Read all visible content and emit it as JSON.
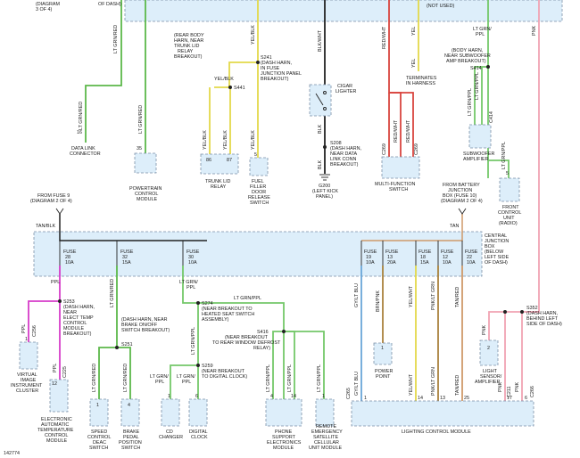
{
  "colors": {
    "green": "#5cb84a",
    "lgreen": "#74c86a",
    "yellow": "#e3d94a",
    "red": "#d9453f",
    "pink": "#f1a3b3",
    "brown": "#a9823c",
    "blue": "#6aa6d8",
    "magenta": "#d63cc9",
    "black": "#222222",
    "tan": "#cf9a6a"
  },
  "top": {
    "diag_ref_a": "(DIAGRAM",
    "diag_ref_b": "3 OF 4)",
    "of_dash": "OF DASH)",
    "not_used": "(NOT USED)"
  },
  "labels": {
    "c_data_link": "DATA LINK",
    "c_data_link_b": "CONNECTOR",
    "w_dlc_1": "LT GRN/RED",
    "w_dlc_2": "LT GRN/RED",
    "p_dlc": "16",
    "c_pcm_a": "POWERTRAIN",
    "c_pcm_b": "CONTROL",
    "c_pcm_c": "MODULE",
    "w_pcm": "LT GRN/RED",
    "p_pcm": "35",
    "note_rear_a": "(REAR BODY",
    "note_rear_b": "HARN, NEAR",
    "note_rear_c": "TRUNK LID",
    "note_rear_d": "RELAY",
    "note_rear_e": "BREAKOUT)",
    "s241": "S241",
    "s241_a": "(DASH HARN,",
    "s241_b": "IN FUSE",
    "s241_c": "JUNCTION PANEL",
    "s241_d": "BREAKOUT)",
    "w_yel_blk_1": "YEL/BLK",
    "w_yel_blk_2": "YEL/BLK",
    "w_yel_blk_3": "YEL/BLK",
    "w_yel_blk_4": "YEL/BLK",
    "w_yel_blk_5": "YEL/BLK",
    "s441": "S441",
    "p86": "86",
    "p87": "87",
    "c_trunk_a": "TRUNK LID",
    "c_trunk_b": "RELAY",
    "p_fuel": "5",
    "c_fuel_a": "FUEL",
    "c_fuel_b": "FILLER",
    "c_fuel_c": "DOOR",
    "c_fuel_d": "RELEASE",
    "c_fuel_e": "SWITCH",
    "w_blk_wht": "BLK/WHT",
    "c_cigar_a": "CIGAR",
    "c_cigar_b": "LIGHTER",
    "w_blk_1": "BLK",
    "w_blk_2": "BLK",
    "s208": "S208",
    "s208_a": "(DASH HARN,",
    "s208_b": "NEAR DATA",
    "s208_c": "LINK CONN",
    "s208_d": "BREAKOUT)",
    "g200": "G200",
    "g200_a": "(LEFT KICK",
    "g200_b": "PANEL)",
    "w_red_wht_1": "RED/WHT",
    "w_red_wht_2": "RED/WHT",
    "w_red_wht_3": "RED/WHT",
    "w_yel_top": "YEL",
    "w_yel_2": "YEL",
    "term_a": "TERMINATES",
    "term_b": "IN HARNESS",
    "c_multi_a": "MULTI-FUNCTION",
    "c_multi_b": "SWITCH",
    "p_multi_1": "C269",
    "p_multi_2": "C269",
    "w_ltgrn_ppl_top": "LT GRN/",
    "w_ltgrn_ppl_top_b": "PPL",
    "note_sub_a": "(BODY HARN,",
    "note_sub_b": "NEAR SUBWOOFER",
    "note_sub_c": "AMP BREAKOUT)",
    "s414": "S414",
    "w_sub_1": "LT GRN/PPL",
    "w_sub_2": "LT GRN/PPL",
    "p_sub_1": "C414",
    "c_sub_a": "SUBWOOFER",
    "c_sub_b": "AMPLIFIER",
    "w_fcu": "LT GRN/PPL",
    "p_fcu": "5",
    "c_fcu_a": "FRONT",
    "c_fcu_b": "CONTROL",
    "c_fcu_c": "UNIT",
    "c_fcu_d": "(RADIO)",
    "w_pnk_top": "PNK",
    "fuse9_a": "FROM FUSE 9",
    "fuse9_b": "(DIAGRAM 2 OF 4)",
    "batt_a": "FROM BATTERY",
    "batt_b": "JUNCTION",
    "batt_c": "BOX (FUSE 10)",
    "batt_d": "(DIAGRAM 2 OF 4)",
    "w_tan_blk": "TAN/BLK",
    "w_tan": "TAN",
    "cjb_a": "CENTRAL",
    "cjb_b": "JUNCTION",
    "cjb_c": "BOX",
    "cjb_d": "(BELOW",
    "cjb_e": "LEFT SIDE",
    "cjb_f": "OF DASH)",
    "f28_a": "FUSE",
    "f28_b": "28",
    "f28_c": "10A",
    "f32_a": "FUSE",
    "f32_b": "32",
    "f32_c": "15A",
    "f30_a": "FUSE",
    "f30_b": "30",
    "f30_c": "10A",
    "f19_a": "FUSE",
    "f19_b": "19",
    "f19_c": "10A",
    "f13_a": "FUSE",
    "f13_b": "13",
    "f13_c": "20A",
    "f18_a": "FUSE",
    "f18_b": "18",
    "f18_c": "15A",
    "f12_a": "FUSE",
    "f12_b": "12",
    "f12_c": "10A",
    "f22_a": "FUSE",
    "f22_b": "22",
    "f22_c": "10A",
    "w_ppl": "PPL",
    "s253": "S253",
    "s253_a": "(DASH HARN,",
    "s253_b": "NEAR",
    "s253_c": "ELECT TEMP",
    "s253_d": "CONTROL",
    "s253_e": "MODULE",
    "s253_f": "BREAKOUT)",
    "w_ppl_2": "PPL",
    "w_ppl_3": "PPL",
    "p_vic_1": "1",
    "p_vic_c": "C256",
    "c_vic_a": "VIRTUAL",
    "c_vic_b": "IMAGE",
    "c_vic_c": "INSTRUMENT",
    "c_vic_d": "CLUSTER",
    "p_eatc_1": "12",
    "p_eatc_c": "C225",
    "c_eatc_a": "ELECTRONIC",
    "c_eatc_b": "AUTOMATIC",
    "c_eatc_c": "TEMPERATURE",
    "c_eatc_d": "CONTROL",
    "c_eatc_e": "MODULE",
    "w_grn_red_f32": "LT GRN/RED",
    "note_brake_a": "(DASH HARN, NEAR",
    "note_brake_b": "BRAKE ON/OFF",
    "note_brake_c": "SWITCH BREAKOUT)",
    "s251": "S251",
    "w_grn_red_sp": "LT GRN/RED",
    "w_grn_red_bp": "LT GRN/RED",
    "p_sp": "1",
    "p_bp": "4",
    "c_sp_a": "SPEED",
    "c_sp_b": "CONTROL",
    "c_sp_c": "DEAC",
    "c_sp_d": "SWITCH",
    "c_bp_a": "BRAKE",
    "c_bp_b": "PEDAL",
    "c_bp_c": "POSITION",
    "c_bp_d": "SWITCH",
    "w_ltgrn_ppl_f30": "LT GRN/",
    "w_ltgrn_ppl_f30_b": "PPL",
    "s274": "S274",
    "s274_a": "(NEAR BREAKOUT TO",
    "s274_b": "HEATED SEAT SWITCH",
    "s274_c": "ASSEMBLY)",
    "w_ltgrn_ppl_h": "LT GRN/PPL",
    "w_ltgrn_ppl_v": "LT GRN/PPL",
    "s416": "S416",
    "s416_a": "(NEAR BREAKOUT",
    "s416_b": "TO REAR WINDOW DEFROST",
    "s416_c": "RELAY)",
    "s259": "S259",
    "s259_a": "(NEAR BREAKOUT",
    "s259_b": "TO DIGITAL CLOCK)",
    "w_cd_1": "LT GRN/",
    "w_cd_1b": "PPL",
    "w_clk_1": "LT GRN/",
    "w_clk_1b": "PPL",
    "p_cd": "1",
    "p_clk": "6",
    "c_cd_a": "CD",
    "c_cd_b": "CHANGER",
    "c_clk_a": "DIGITAL",
    "c_clk_b": "CLOCK",
    "w_ph_1": "LT GRN/PPL",
    "w_ph_2": "LT GRN/PPL",
    "p_ph_1": "4",
    "p_ph_2": "14",
    "c_ph_a": "PHONE",
    "c_ph_b": "SUPPORT",
    "c_ph_c": "ELECTRONICS",
    "c_ph_d": "MODULE",
    "w_rem": "LT GRN/PPL",
    "p_rem": "1",
    "c_rem_a": "REMOTE",
    "c_rem_b": "EMERGENCY",
    "c_rem_c": "SATELLITE",
    "c_rem_d": "CELLULAR",
    "c_rem_e": "UNIT MODULE",
    "w_gy_blu": "GY/LT BLU",
    "w_gy_blu_2": "GY/LT BLU",
    "p_lcm_c": "C265",
    "p_lcm_1": "1",
    "w_brn_pnk": "BRN/PNK",
    "p_pp": "1",
    "c_pp_a": "POWER",
    "c_pp_b": "POINT",
    "w_yel_wht": "YEL/WHT",
    "w_yel_wht_2": "YEL/WHT",
    "p_lcm_14": "14",
    "w_pnk_lgrn": "PNK/LT GRN",
    "w_pnk_lgrn_2": "PNK/LT GRN",
    "p_lcm_13": "13",
    "w_tan_red": "TAN/RED",
    "w_tan_red_2": "TAN/RED",
    "p_lcm_25": "25",
    "w_pnk_lsa": "PNK",
    "p_lsa": "2",
    "c_lsa_a": "LIGHT",
    "c_lsa_b": "SENSOR/",
    "c_lsa_c": "AMPLIFIER",
    "s352": "S352",
    "s352_a": "(DASH HARN,",
    "s352_b": "BEHIND LEFT",
    "s352_c": "SIDE OF DASH)",
    "w_pnk_a": "PNK",
    "w_pnk_b": "PNK",
    "p_lcm_c2": "C211",
    "p_lcm_17": "17",
    "p_lcm_c3": "C266",
    "p_lcm_6": "6",
    "c_lcm": "LIGHTING CONTROL MODULE",
    "fig_no": "142774"
  }
}
